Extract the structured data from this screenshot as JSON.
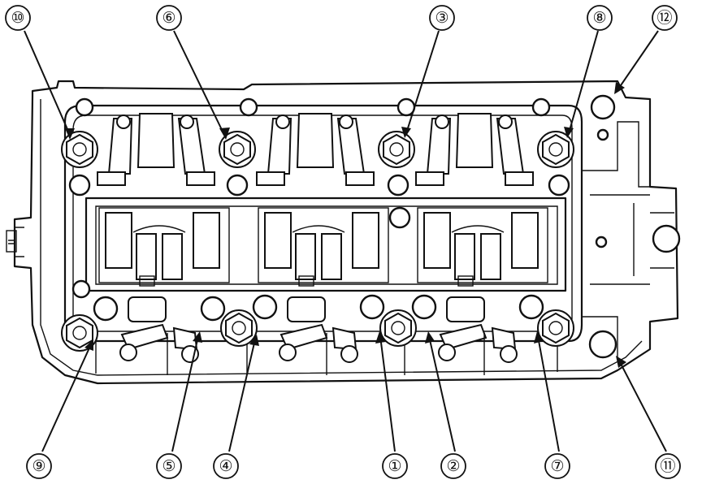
{
  "callouts": [
    {
      "id": "c10",
      "label": "⑩"
    },
    {
      "id": "c6",
      "label": "⑥"
    },
    {
      "id": "c3",
      "label": "③"
    },
    {
      "id": "c8",
      "label": "⑧"
    },
    {
      "id": "c12",
      "label": "⑫"
    },
    {
      "id": "c9",
      "label": "⑨"
    },
    {
      "id": "c5",
      "label": "⑤"
    },
    {
      "id": "c4",
      "label": "④"
    },
    {
      "id": "c1",
      "label": "①"
    },
    {
      "id": "c2",
      "label": "②"
    },
    {
      "id": "c7",
      "label": "⑦"
    },
    {
      "id": "c11",
      "label": "⑪"
    }
  ]
}
